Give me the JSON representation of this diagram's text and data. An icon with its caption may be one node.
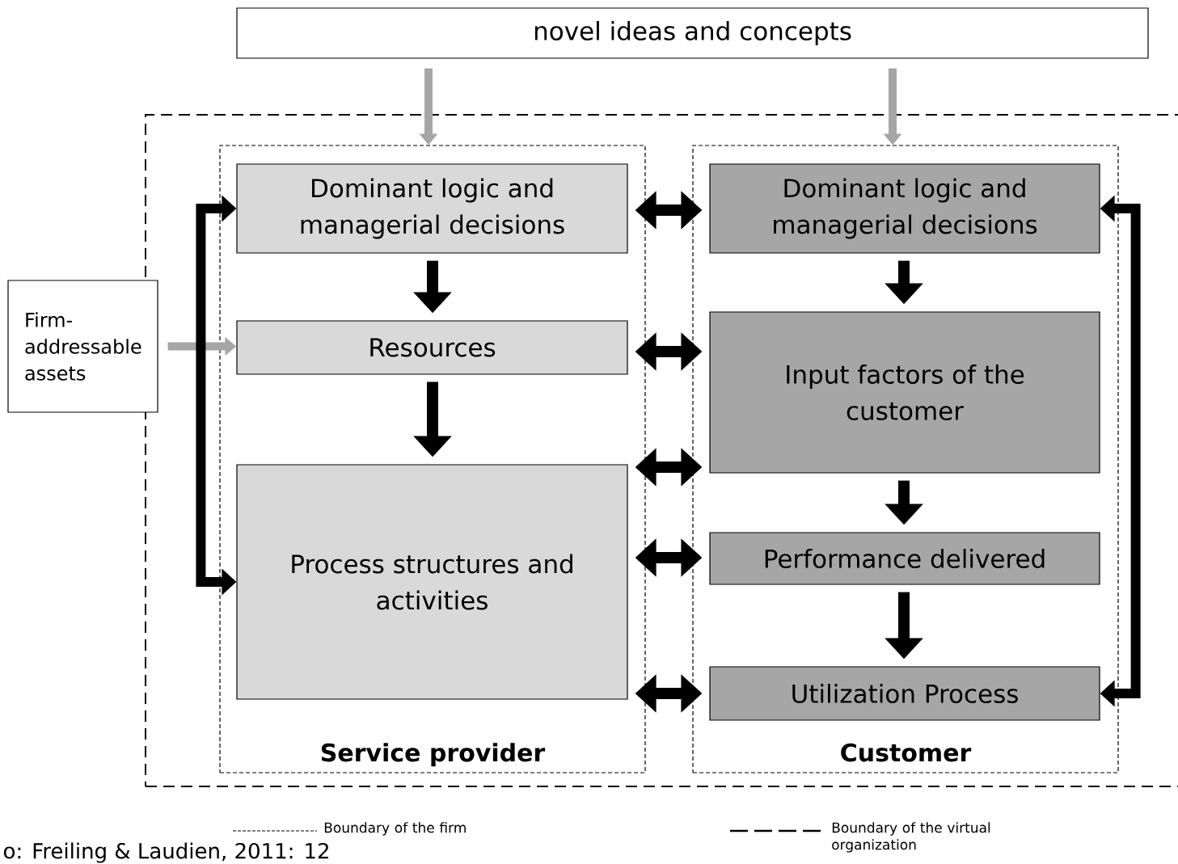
{
  "diagram": {
    "nodes": [
      {
        "text": [
          "novel ideas and concepts"
        ]
      },
      {
        "text": [],
        "shape": "box"
      },
      {
        "text": [
          "Service provider"
        ],
        "in": 1
      },
      {
        "text": [
          "Dominant logic and managerial decisions"
        ],
        "in": 2
      },
      {
        "text": [
          "Resources"
        ],
        "in": 2
      },
      {
        "text": [
          "Process structures and activities"
        ],
        "in": 2
      },
      {
        "text": [
          "Customer"
        ],
        "in": 1
      },
      {
        "text": [
          "Dominant logic and managerial decisions"
        ],
        "in": 6
      },
      {
        "text": [
          "Input factors of the customer"
        ],
        "in": 6
      },
      {
        "text": [
          "Performance delivered"
        ],
        "in": 6
      },
      {
        "text": [
          "Utilization Process"
        ],
        "in": 6
      },
      {
        "text": [
          "Firm-addressable assets"
        ]
      }
    ],
    "edges": [
      {
        "from": 0,
        "to": 2,
        "arrow": "to",
        "color": "#a6a6a6"
      },
      {
        "from": 0,
        "to": 6,
        "arrow": "to",
        "color": "#a6a6a6"
      },
      {
        "from": 11,
        "to": 4,
        "arrow": "to",
        "color": "#a6a6a6"
      },
      {
        "from": 3,
        "to": 4,
        "arrow": "to"
      },
      {
        "from": 4,
        "to": 5,
        "arrow": "to"
      },
      {
        "from": 7,
        "to": 8,
        "arrow": "to"
      },
      {
        "from": 8,
        "to": 9,
        "arrow": "to"
      },
      {
        "from": 9,
        "to": 10,
        "arrow": "to"
      },
      {
        "from": 3,
        "to": 7,
        "arrow": "both"
      },
      {
        "from": 4,
        "to": 8,
        "arrow": "both"
      },
      {
        "from": 5,
        "to": 8,
        "arrow": "both"
      },
      {
        "from": 5,
        "to": 9,
        "arrow": "both"
      },
      {
        "from": 5,
        "to": 10,
        "arrow": "both"
      },
      {
        "from": 3,
        "to": 5,
        "arrow": "both"
      },
      {
        "from": 7,
        "to": 10,
        "arrow": "both"
      }
    ],
    "labels": [
      "o: Freiling & Laudien, 2011: 12"
    ],
    "legend": [
      {
        "text": "Boundary of the firm"
      },
      {
        "text": "Boundary of the virtual organization"
      }
    ]
  }
}
